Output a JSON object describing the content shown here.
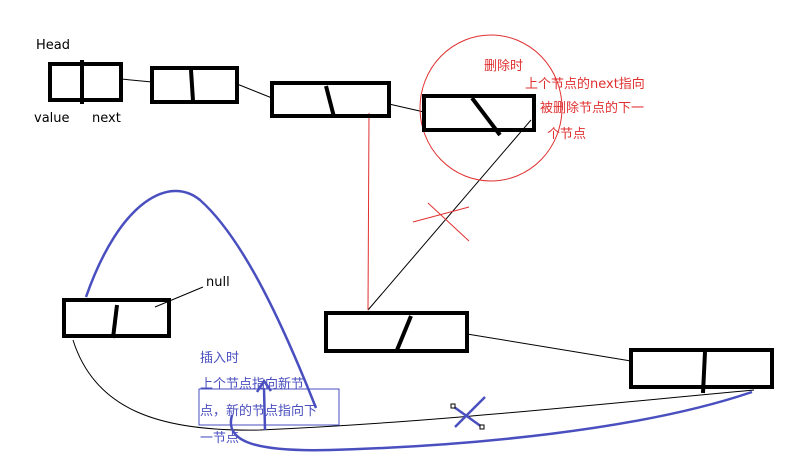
{
  "labels": {
    "head": "Head",
    "value": "value",
    "next": "next",
    "null": "null"
  },
  "delete_note": {
    "title": "删除时",
    "line1": "上个节点的next指向",
    "line2": "被删除节点的下一",
    "line3": "个节点"
  },
  "insert_note": {
    "title": "插入时",
    "line1": "上个节点指向新节",
    "line2": "点，新的节点指向下",
    "line3": "一节点"
  },
  "colors": {
    "node_border": "#000000",
    "delete_accent": "#e03030",
    "insert_accent": "#4a4fbf",
    "thin_line": "#000000"
  }
}
